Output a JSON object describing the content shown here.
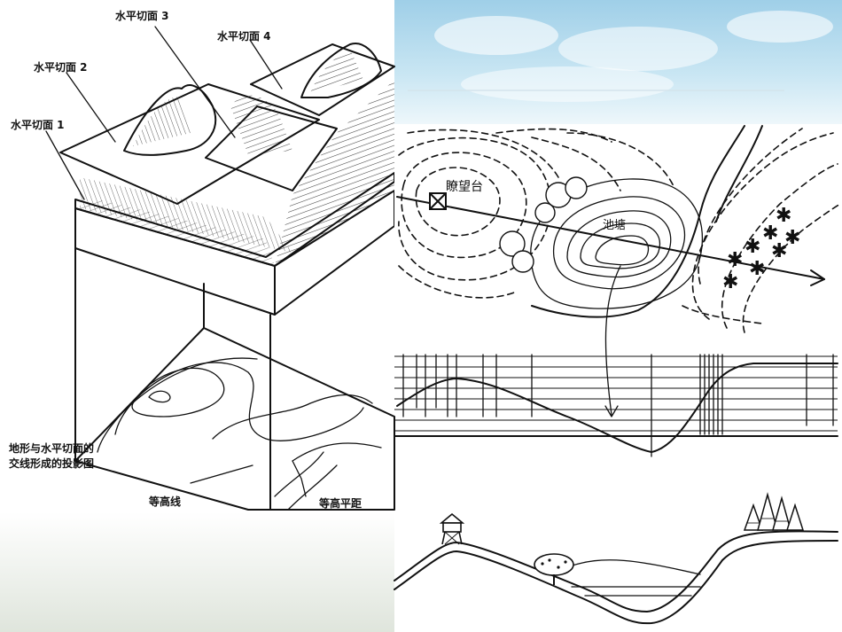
{
  "left_diagram": {
    "labels": {
      "cut1": "水平切面 1",
      "cut2": "水平切面 2",
      "cut3": "水平切面 3",
      "cut4": "水平切面 4",
      "caption_line1": "地形与水平切面的",
      "caption_line2": "交线形成的投影图",
      "contour": "等高线",
      "contour_interval": "等高平距"
    }
  },
  "right_diagram": {
    "labels": {
      "watchtower": "瞭望台",
      "pond": "池塘"
    }
  },
  "colors": {
    "sky_top": "#a9d4ea",
    "sky_bottom": "#e4f2f8",
    "bottom_fade": "#e3e8e1",
    "ink": "#111111"
  }
}
